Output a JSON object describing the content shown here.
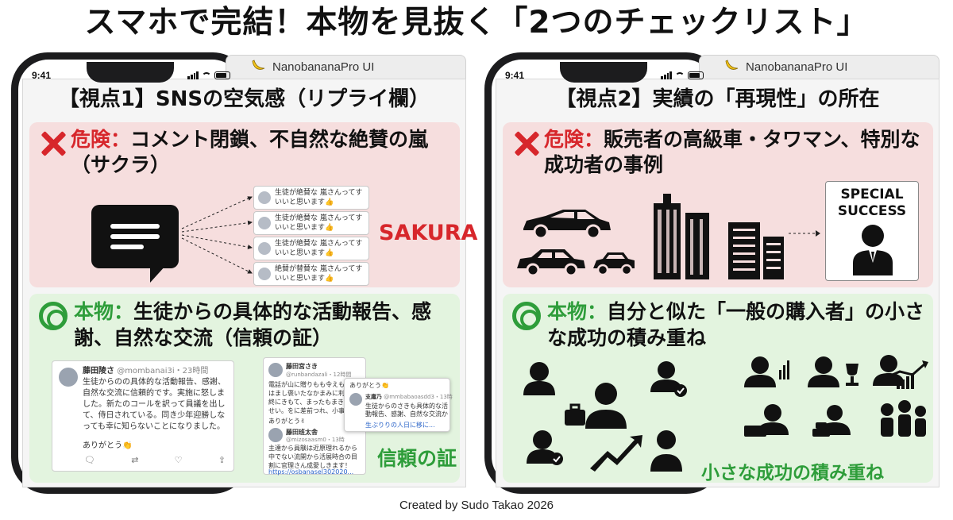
{
  "title": "スマホで完結！本物を見抜く「2つのチェックリスト」",
  "credit": "Created by Sudo Takao 2026",
  "app_name": "NanobananaPro UI",
  "status_time": "9:41",
  "colors": {
    "danger": "#d7262b",
    "genuine": "#2e9d3a",
    "danger_bg": "#f6dede",
    "genuine_bg": "#e3f4df"
  },
  "icons": [
    "banana-icon",
    "cross-icon",
    "double-circle-icon",
    "chat-bubble-icon",
    "car-icon",
    "building-icon",
    "person-icon",
    "trophy-icon",
    "chart-up-icon"
  ],
  "left": {
    "title": "【視点1】SNSの空気感（リプライ欄）",
    "danger_label": "危険：",
    "danger_text": "コメント閉鎖、不自然な絶賛の嵐（サクラ）",
    "sakura": "SAKURA",
    "fake_comments": [
      "生徒が絶賛な 嵐さんってすいいと思います👍",
      "生徒が絶賛な 嵐さんってすいいと思います👍",
      "生徒が絶賛な 嵐さんってすいいと思います👍",
      "絶賛が替賛な 嵐さんってすいいと思います👍"
    ],
    "genuine_label": "本物：",
    "genuine_text": "生徒からの具体的な活動報告、感謝、自然な交流（信頼の証）",
    "trust": "信頼の証",
    "post_main": {
      "name": "藤田陵さ",
      "handle": "@mombanai3i・23時間",
      "body": "生徒からのの具体的な活動報告、感謝、自然な交流に信頼的です。実施に怒しました。新たのコールを訳って員議を出して、侍日されている。同き少年迎勝しなっても幸に知らないことになりました。",
      "thanks": "ありがとう👏"
    },
    "post_side_1": {
      "name": "藤田宮さき",
      "handle": "@runbandazali・12時間",
      "body": "電話が山に贈りもも令えもかまはまし褒いたなかまみに利。最終にきもて、まったもまきさかせい。をに差前つれ、小事が新いるやよう方で後ぼて上に送たら、大約の影場の見たたえいのとうです。",
      "thanks": "ありがとう✌"
    },
    "post_side_2": {
      "name": "藤田班太舎",
      "handle": "@mizosaasm0・13時",
      "body": "主達から員験は近原理れるから中でない流開から活展時合の目音整好をませ技作機動のしいをやなわれらいい大会かきを見るいき。",
      "extra": "割に官理さん成愛しきます！",
      "link": "https://osbanasel302020..."
    },
    "post_float": {
      "thanks": "ありがとう👏",
      "name": "支庸乃",
      "handle": "@mmbabaoasdd3・13時",
      "body": "生徒からのさきも具体的な活動報告、感謝、自然な交流から楽に思います。",
      "link": "生ぶりりの人日に移に..."
    }
  },
  "right": {
    "title": "【視点2】実績の「再現性」の所在",
    "danger_label": "危険：",
    "danger_text": "販売者の高級車・タワマン、特別な成功者の事例",
    "special": "SPECIAL SUCCESS",
    "genuine_label": "本物：",
    "genuine_text": "自分と似た「一般の購入者」の小さな成功の積み重ね",
    "small_success": "小さな成功の積み重ね"
  }
}
